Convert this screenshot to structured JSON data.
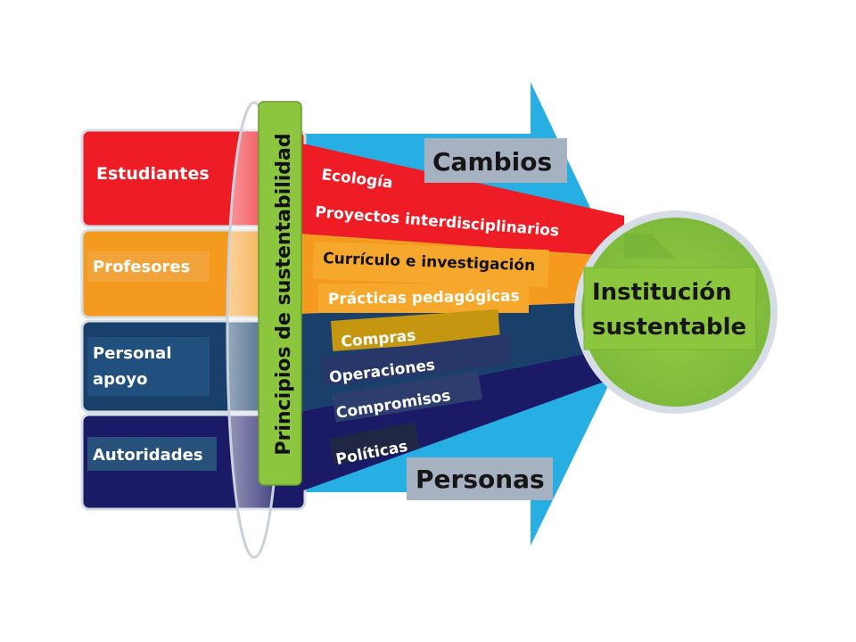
{
  "stakeholders": {
    "estudiantes": "Estudiantes",
    "profesores": "Profesores",
    "personal_line1": "Personal",
    "personal_line2": "apoyo",
    "autoridades": "Autoridades"
  },
  "ring_label": "Principios de sustentabilidad",
  "header_labels": {
    "cambios": "Cambios",
    "personas": "Personas"
  },
  "beams": {
    "ecologia": "Ecología",
    "proyectos": "Proyectos interdisciplinarios",
    "curriculo": "Currículo e investigación",
    "practicas": "Prácticas pedagógicas",
    "compras": "Compras",
    "operaciones": "Operaciones",
    "compromisos": "Compromisos",
    "politicas": "Políticas"
  },
  "outcome": {
    "line1": "Institución",
    "line2": "sustentable"
  },
  "colors": {
    "red": "#ee1c25",
    "orange": "#f39a1f",
    "dark_blue": "#18406b",
    "navy": "#1b1a66",
    "sky_arrow": "#27aee3",
    "green": "#8cc63f",
    "gray_label": "#a6b2c2"
  }
}
